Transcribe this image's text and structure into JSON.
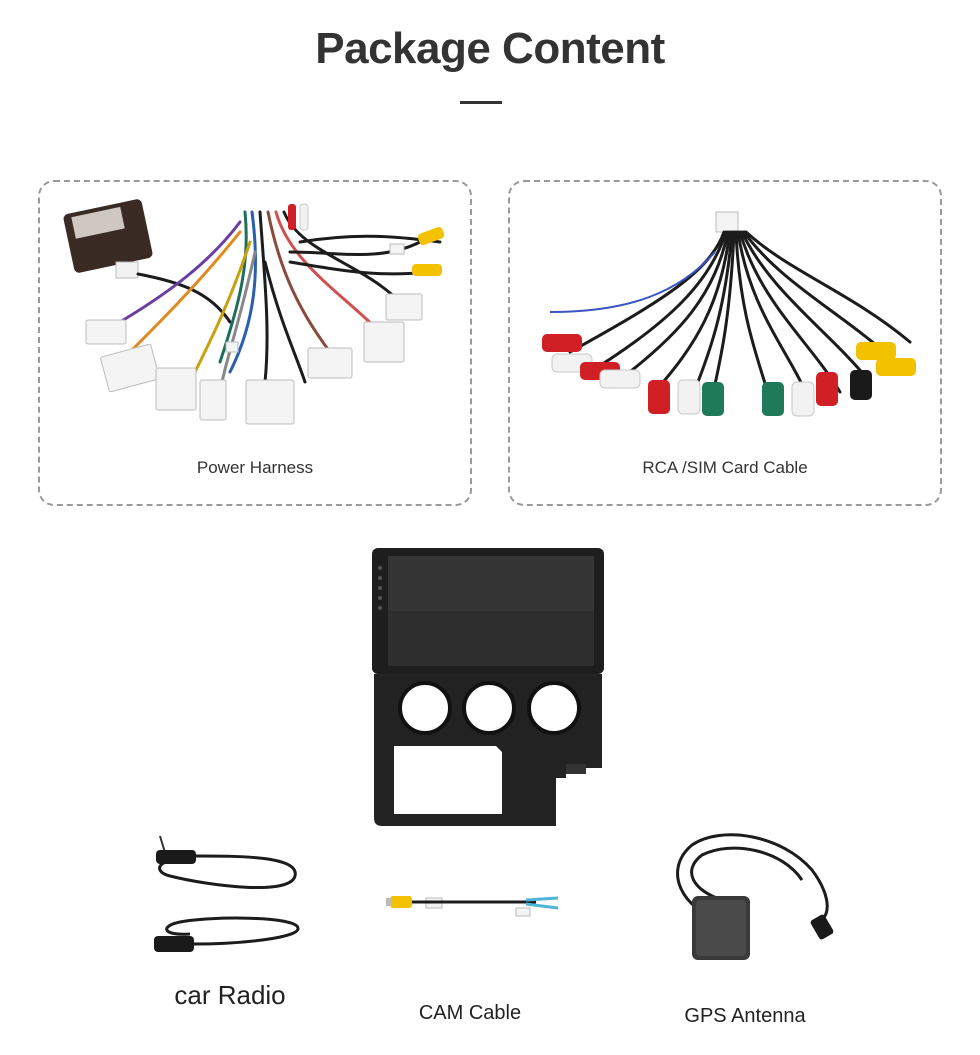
{
  "page": {
    "title": "Package Content"
  },
  "items": {
    "power_harness": {
      "label": "Power Harness"
    },
    "rca_sim_cable": {
      "label": "RCA /SIM Card Cable"
    },
    "car_radio": {
      "label": "car Radio"
    },
    "cam_cable": {
      "label": "CAM Cable"
    },
    "gps_antenna": {
      "label": "GPS Antenna"
    }
  },
  "colors": {
    "heading": "#333333",
    "border": "#9a9a9a",
    "rca_red": "#d01f25",
    "rca_white": "#f2f2f2",
    "rca_yellow": "#f2c200",
    "rca_green": "#1f7a5a",
    "rca_black": "#1a1a1a",
    "cable": "#1c1c1c"
  }
}
